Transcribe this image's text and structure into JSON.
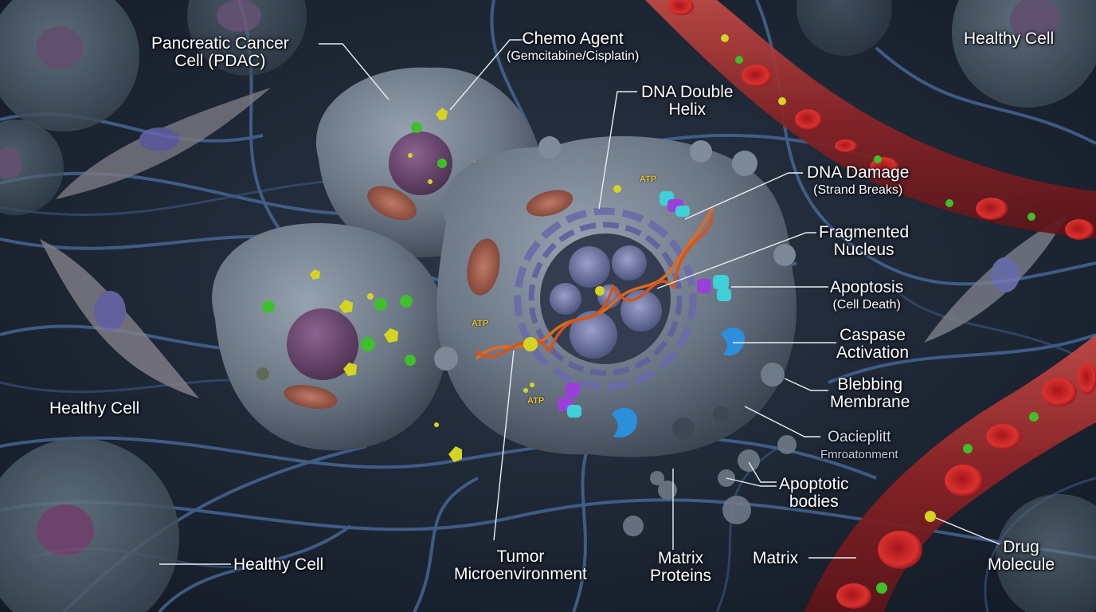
{
  "labels": {
    "pdac_line1": "Pancreatic Cancer",
    "pdac_line2": "Cell (PDAC)",
    "chemo_line1": "Chemo Agent",
    "chemo_line2": "(Gemcitabine/Cisplatin)",
    "dna_helix_line1": "DNA Double",
    "dna_helix_line2": "Helix",
    "dna_damage_line1": "DNA Damage",
    "dna_damage_line2": "(Strand Breaks)",
    "fragmented_line1": "Fragmented",
    "fragmented_line2": "Nucleus",
    "apoptosis_line1": "Apoptosis",
    "apoptosis_line2": "(Cell Death)",
    "caspase_line1": "Caspase",
    "caspase_line2": "Activation",
    "blebbing_line1": "Blebbing",
    "blebbing_line2": "Membrane",
    "garbled_line1": "Oacieplitt",
    "garbled_line2": "Fmroatonment",
    "apoptotic_bodies_line1": "Apoptotic",
    "apoptotic_bodies_line2": "bodies",
    "healthy_cell_top_right": "Healthy Cell",
    "healthy_cell_left": "Healthy Cell",
    "healthy_cell_bottom_left": "Healthy Cell",
    "tumor_micro_line1": "Tumor",
    "tumor_micro_line2": "Microenvironment",
    "matrix_proteins_line1": "Matrix",
    "matrix_proteins_line2": "Proteins",
    "matrix": "Matrix",
    "drug_molecule_line1": "Drug",
    "drug_molecule_line2": "Molecule",
    "atp_1": "ATP",
    "atp_2": "ATP",
    "atp_3": "ATP"
  },
  "colors": {
    "background": "#1b2431",
    "cancer_cell": "#6b7685",
    "nucleus": "#6a4a6e",
    "dna_strand": "#e06a1f",
    "blood_vessel": "#9b2a2a",
    "red_blood_cell": "#c8262a",
    "drug_yellow": "#d6d422",
    "drug_green": "#3fbf2a",
    "caspase_blue": "#2b8fdc",
    "protein_cyan": "#3fd0d8",
    "protein_purple": "#9a3fd8",
    "fiber": "#4a6fa0",
    "label_text": "#ffffff"
  }
}
